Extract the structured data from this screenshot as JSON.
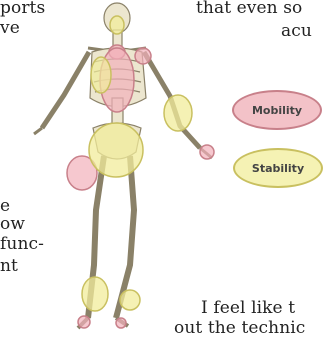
{
  "text_fragments": {
    "line1_left": "ports",
    "line1_right": "that  even  so",
    "line2_left": "ve",
    "line2_right": "acu",
    "line3_left": "e",
    "line4_left": "ow",
    "line5_left": "func-",
    "line6_left": "nt",
    "line5_right": "I feel like t",
    "line6_right": "out the technic"
  },
  "legend": {
    "mobility": {
      "label": "Mobility",
      "fill": "#f3c2c8",
      "stroke": "#c8808a"
    },
    "stability": {
      "label": "Stability",
      "fill": "#f5f2b4",
      "stroke": "#c9c060"
    }
  },
  "colors": {
    "bone": "#ece6cf",
    "bone_stroke": "#8a8168",
    "mobility_fill": "#f2b1bb",
    "stability_fill": "#f1ec9b"
  }
}
